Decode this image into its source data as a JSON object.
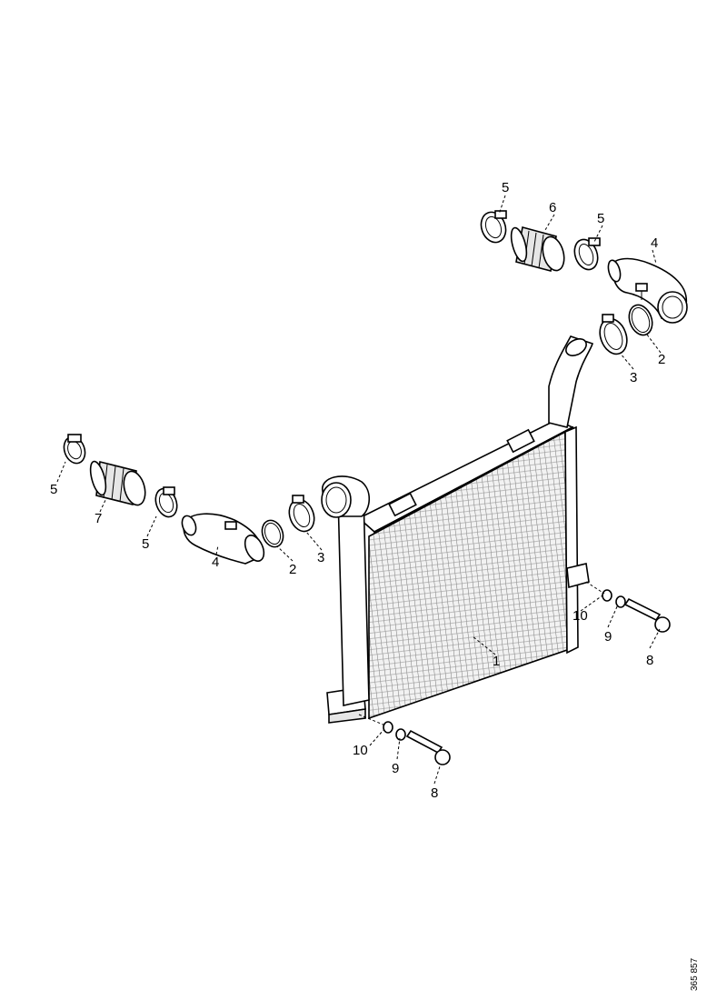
{
  "drawing_number": "365 857",
  "callouts": [
    "1",
    "2",
    "2",
    "3",
    "3",
    "4",
    "4",
    "5",
    "5",
    "5",
    "5",
    "6",
    "7",
    "8",
    "8",
    "9",
    "9",
    "10",
    "10"
  ]
}
